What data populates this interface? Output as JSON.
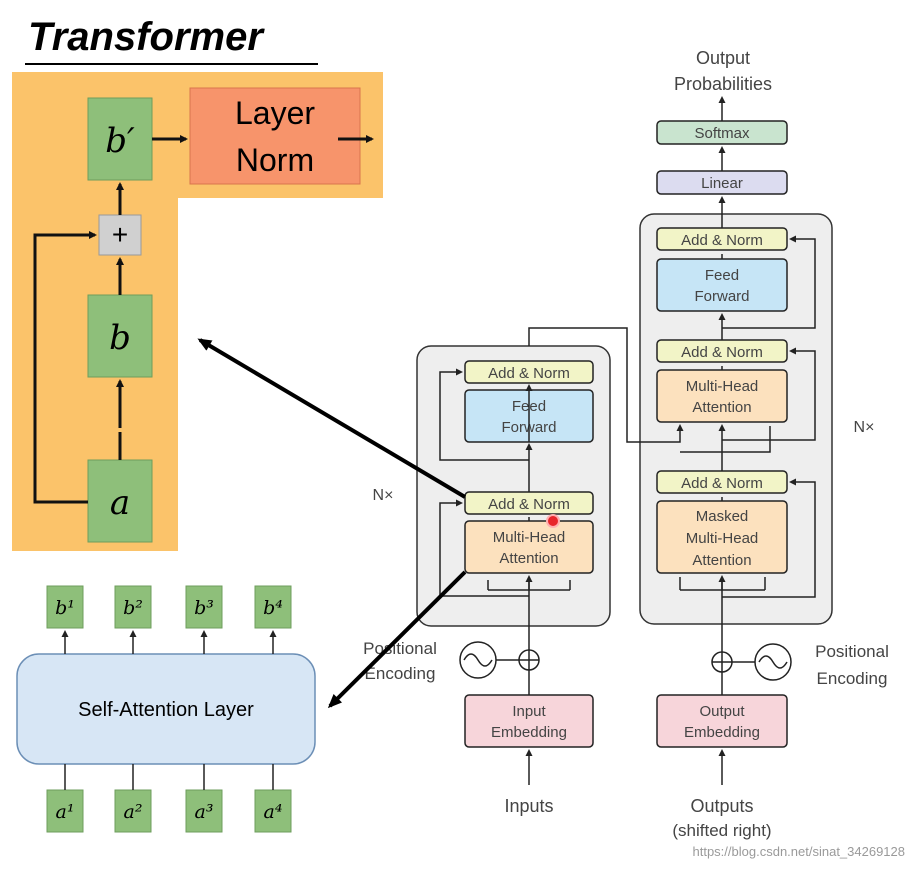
{
  "title": "Transformer",
  "left_panel": {
    "layer_norm_line1": "Layer",
    "layer_norm_line2": "Norm",
    "b_prime": "b′",
    "plus": "+",
    "b": "b",
    "dots": "⋮",
    "a": "a"
  },
  "self_attention": {
    "label": "Self-Attention Layer",
    "outputs": [
      "b¹",
      "b²",
      "b³",
      "b⁴"
    ],
    "inputs": [
      "a¹",
      "a²",
      "a³",
      "a⁴"
    ]
  },
  "encoder": {
    "add_norm_top": "Add & Norm",
    "feed_forward_1": "Feed",
    "feed_forward_2": "Forward",
    "add_norm_bottom": "Add & Norm",
    "mha_1": "Multi-Head",
    "mha_2": "Attention",
    "nx": "N×",
    "positional_1": "Positional",
    "positional_2": "Encoding",
    "embedding_1": "Input",
    "embedding_2": "Embedding",
    "input_label": "Inputs"
  },
  "decoder": {
    "output_prob_1": "Output",
    "output_prob_2": "Probabilities",
    "softmax": "Softmax",
    "linear": "Linear",
    "add_norm_top": "Add & Norm",
    "feed_forward_1": "Feed",
    "feed_forward_2": "Forward",
    "add_norm_mid": "Add & Norm",
    "mha_1": "Multi-Head",
    "mha_2": "Attention",
    "add_norm_bottom": "Add & Norm",
    "masked_1": "Masked",
    "masked_2": "Multi-Head",
    "masked_3": "Attention",
    "nx": "N×",
    "positional_1": "Positional",
    "positional_2": "Encoding",
    "embedding_1": "Output",
    "embedding_2": "Embedding",
    "output_label_1": "Outputs",
    "output_label_2": "(shifted right)"
  },
  "watermark": "https://blog.csdn.net/sinat_34269128",
  "colors": {
    "orange_bg": "#FBC36A",
    "green_box": "#8EBF7A",
    "layer_norm": "#F7946B",
    "add_norm": "#F2F4C7",
    "feed_forward": "#C6E5F6",
    "attention": "#FCE1BE",
    "embedding": "#F7D5DA",
    "softmax": "#C9E4CF",
    "linear": "#DCDCF0",
    "panel": "#EEEEEE",
    "self_attn": "#D7E6F5"
  }
}
